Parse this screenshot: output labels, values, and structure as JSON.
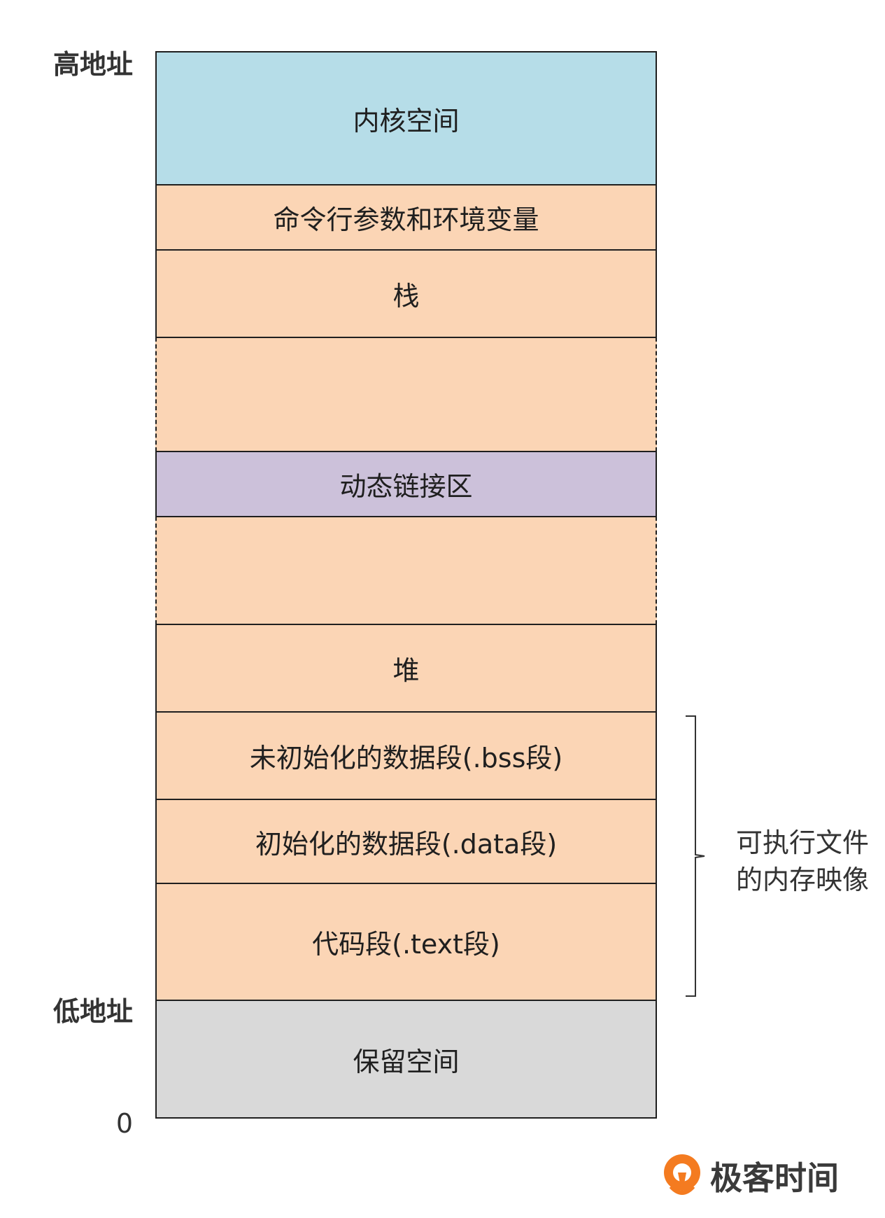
{
  "segments": [
    {
      "label": "内核空间",
      "color": "#b6dde8"
    },
    {
      "label": "命令行参数和环境变量",
      "color": "#fbd5b5"
    },
    {
      "label": "栈",
      "color": "#fbd5b5"
    },
    {
      "label": "",
      "color": "#fbd5b5"
    },
    {
      "label": "动态链接区",
      "color": "#ccc1da"
    },
    {
      "label": "",
      "color": "#fbd5b5"
    },
    {
      "label": "堆",
      "color": "#fbd5b5"
    },
    {
      "label": "未初始化的数据段(.bss段)",
      "color": "#fbd5b5"
    },
    {
      "label": "初始化的数据段(.data段)",
      "color": "#fbd5b5"
    },
    {
      "label": "代码段(.text段)",
      "color": "#fbd5b5"
    },
    {
      "label": "保留空间",
      "color": "#d9d9d9"
    }
  ],
  "address_labels": {
    "high": "高地址",
    "low": "低地址",
    "zero": "0"
  },
  "bracket_note": {
    "line1": "可执行文件",
    "line2": "的内存映像"
  },
  "logo": {
    "text": "极客时间",
    "accent_color": "#f47b20"
  }
}
